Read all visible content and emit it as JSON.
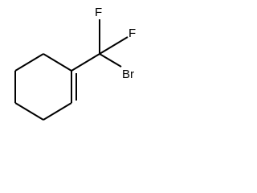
{
  "molecule": {
    "atoms": {
      "f_top": "F",
      "f_right": "F",
      "br": "Br"
    }
  }
}
